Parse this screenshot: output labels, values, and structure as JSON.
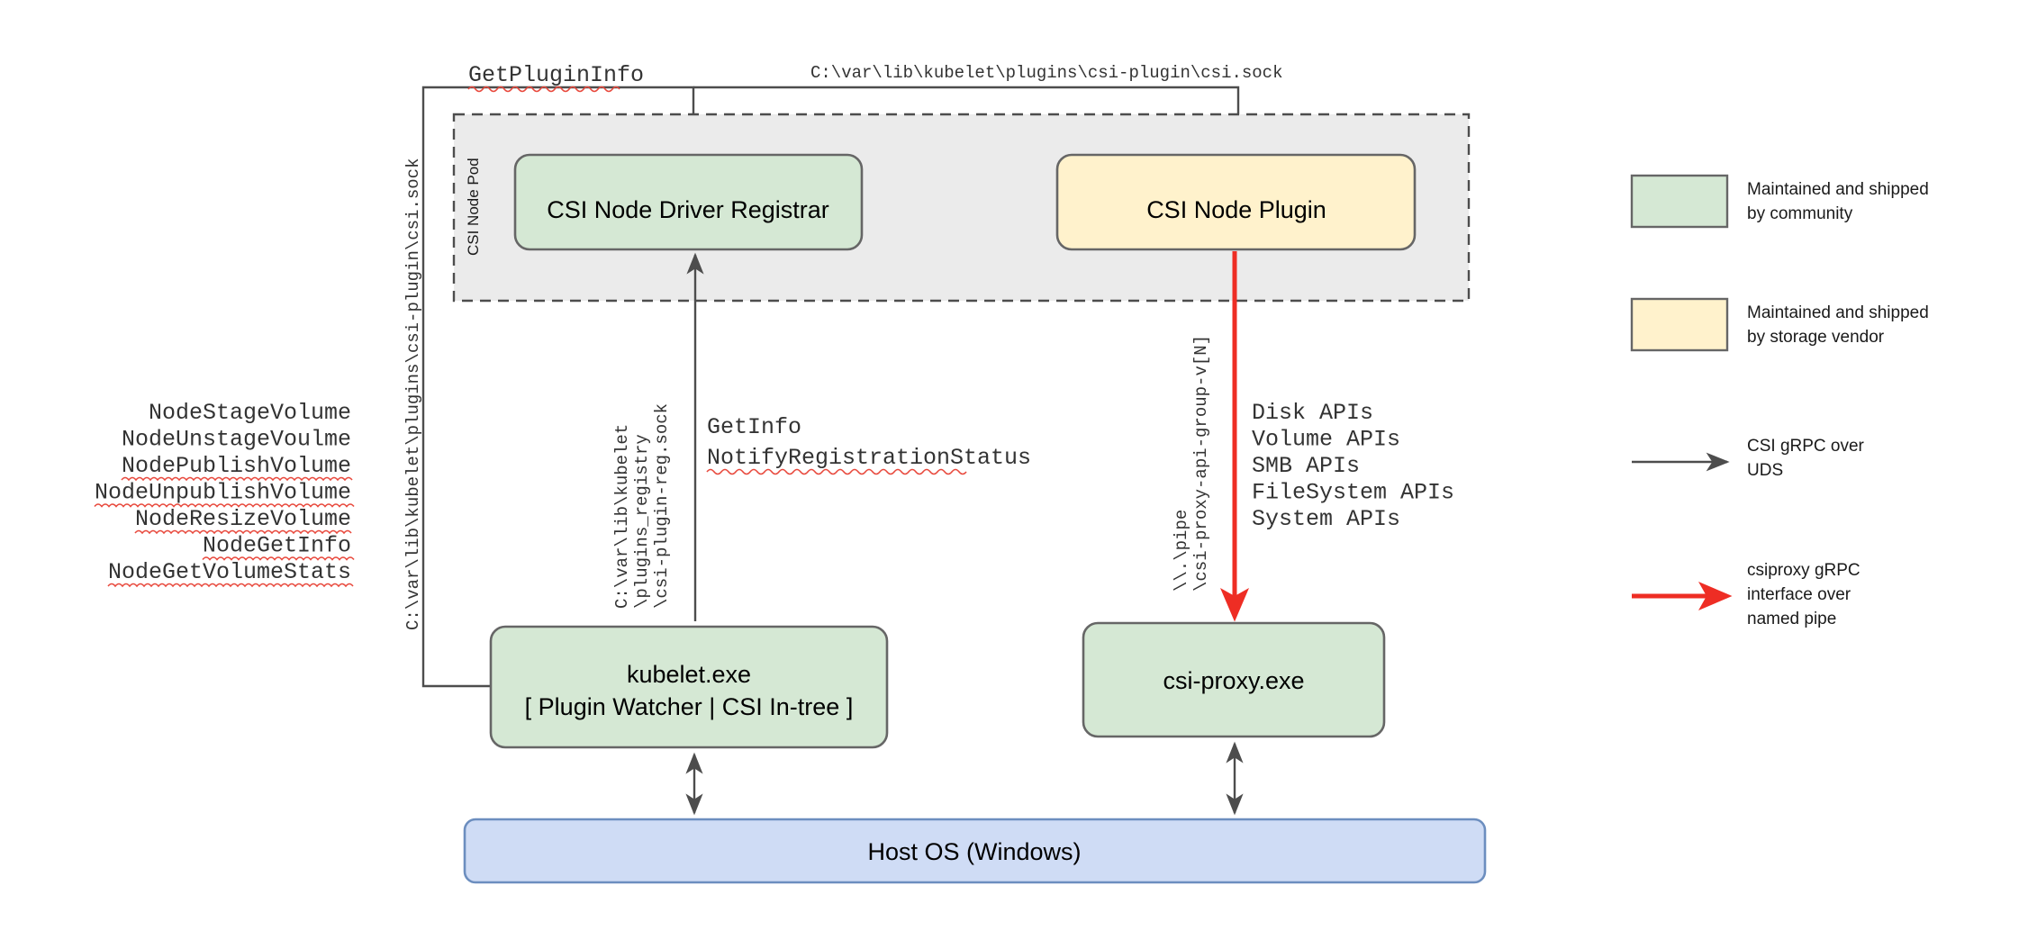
{
  "diagram": {
    "title": "CSI Proxy architecture on Windows",
    "colors": {
      "green_fill": "#d5e8d4",
      "green_stroke": "#82b366",
      "yellow_fill": "#fff2cc",
      "yellow_stroke": "#d6b656",
      "blue_fill": "#cfdcf5",
      "blue_stroke": "#6c8ebf",
      "pod_fill": "#ebebeb",
      "pod_stroke": "#666666",
      "arrow_gray": "#4d4d4d",
      "arrow_red": "#ee2d24",
      "spellcheck_red": "#e8483c"
    }
  },
  "nodes": {
    "csi_node_pod_label": "CSI Node Pod",
    "csi_node_driver_registrar": "CSI Node Driver Registrar",
    "csi_node_plugin": "CSI Node Plugin",
    "kubelet_line1": "kubelet.exe",
    "kubelet_line2": "[ Plugin Watcher | CSI In-tree ]",
    "csi_proxy": "csi-proxy.exe",
    "host_os": "Host OS (Windows)"
  },
  "labels": {
    "get_plugin_info": "GetPluginInfo",
    "csi_sock_path_top": "C:\\var\\lib\\kubelet\\plugins\\csi-plugin\\csi.sock",
    "csi_sock_path_vertical": "C:\\var\\lib\\kubelet\\plugins\\csi-plugin\\csi.sock",
    "registry_path_line1": "C:\\var\\lib\\kubelet",
    "registry_path_line2": "\\plugins_registry",
    "registry_path_line3": "\\csi-plugin-reg.sock",
    "get_info": "GetInfo",
    "notify_registration_status": "NotifyRegistrationStatus",
    "pipe_line1": "\\\\.\\pipe",
    "pipe_line2": "\\csi-proxy-api-group-v[N]"
  },
  "node_service_apis": [
    "NodeStageVolume",
    "NodeUnstageVoulme",
    "NodePublishVolume",
    "NodeUnpublishVolume",
    "NodeResizeVolume",
    "NodeGetInfo",
    "NodeGetVolumeStats"
  ],
  "csi_proxy_apis": [
    "Disk APIs",
    "Volume APIs",
    "SMB APIs",
    "FileSystem APIs",
    "System APIs"
  ],
  "legend": {
    "items": [
      {
        "kind": "swatch",
        "color": "green",
        "line1": "Maintained and shipped",
        "line2": "by community"
      },
      {
        "kind": "swatch",
        "color": "yellow",
        "line1": "Maintained and shipped",
        "line2": "by storage vendor"
      },
      {
        "kind": "arrow",
        "color": "gray",
        "line1": "CSI gRPC over",
        "line2": "UDS",
        "line3": ""
      },
      {
        "kind": "arrow",
        "color": "red",
        "line1": "csiproxy gRPC",
        "line2": "interface over",
        "line3": "named pipe"
      }
    ]
  }
}
